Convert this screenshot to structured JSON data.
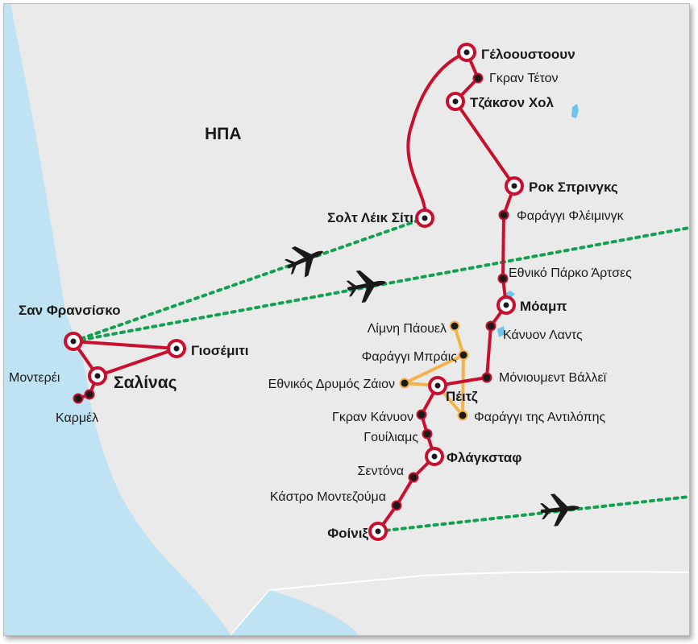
{
  "map": {
    "country_label": "ΗΠΑ",
    "colors": {
      "ocean": "#bfe3f3",
      "land": "#eaeaea",
      "border": "#ffffff",
      "main_route": "#c8102e",
      "side_route": "#f2b34a",
      "flight_route": "#12a150",
      "stop_dot": "#1a1a1a",
      "lake": "#6ec3ea",
      "plane": "#1a1a1a"
    },
    "icons": {
      "flight": "airplane-icon",
      "stop": "location-marker-icon"
    },
    "places": [
      {
        "id": "yellowstone",
        "label": "Γέλοουστοουν",
        "major": true
      },
      {
        "id": "grand-teton",
        "label": "Γκραν Τέτον",
        "major": false
      },
      {
        "id": "jackson-hole",
        "label": "Τζάκσον Χολ",
        "major": true
      },
      {
        "id": "rock-springs",
        "label": "Ροκ Σπρινγκς",
        "major": true
      },
      {
        "id": "flaming-gorge",
        "label": "Φαράγγι Φλέιμινγκ",
        "major": false
      },
      {
        "id": "arches",
        "label": "Εθνικό Πάρκο Άρτσες",
        "major": false
      },
      {
        "id": "moab",
        "label": "Μόαμπ",
        "major": true
      },
      {
        "id": "canyonlands",
        "label": "Κάνυον Λαντς",
        "major": false
      },
      {
        "id": "monument-valley",
        "label": "Μόνιουμεντ Βάλλεϊ",
        "major": false
      },
      {
        "id": "page",
        "label": "Πέιτζ",
        "major": true
      },
      {
        "id": "lake-powell",
        "label": "Λίμνη Πάουελ",
        "major": false
      },
      {
        "id": "bryce",
        "label": "Φαράγγι Μπράις",
        "major": false
      },
      {
        "id": "zion",
        "label": "Εθνικός Δρυμός Ζάιον",
        "major": false
      },
      {
        "id": "antelope",
        "label": "Φαράγγι της Αντιλόπης",
        "major": false
      },
      {
        "id": "grand-canyon",
        "label": "Γκραν Κάνυον",
        "major": false
      },
      {
        "id": "williams",
        "label": "Γουίλιαμς",
        "major": false
      },
      {
        "id": "flagstaff",
        "label": "Φλάγκσταφ",
        "major": true
      },
      {
        "id": "sedona",
        "label": "Σεντόνα",
        "major": false
      },
      {
        "id": "montezuma",
        "label": "Κάστρο Μοντεζούμα",
        "major": false
      },
      {
        "id": "phoenix",
        "label": "Φοίνιξ",
        "major": true
      },
      {
        "id": "salt-lake-city",
        "label": "Σολτ Λέικ Σίτι",
        "major": true
      },
      {
        "id": "san-francisco",
        "label": "Σαν Φρανσίσκο",
        "major": true
      },
      {
        "id": "yosemite",
        "label": "Γιοσέμιτι",
        "major": true
      },
      {
        "id": "monterey",
        "label": "Μοντερέι",
        "major": false
      },
      {
        "id": "salinas",
        "label": "Σαλίνας",
        "major": true
      },
      {
        "id": "carmel",
        "label": "Καρμέλ",
        "major": false
      }
    ],
    "main_route": [
      "salt-lake-city",
      "yellowstone",
      "grand-teton",
      "jackson-hole",
      "rock-springs",
      "flaming-gorge",
      "arches",
      "moab",
      "canyonlands",
      "monument-valley",
      "page",
      "grand-canyon",
      "williams",
      "flagstaff",
      "sedona",
      "montezuma",
      "phoenix"
    ],
    "california_route": [
      "san-francisco",
      "yosemite",
      "salinas",
      "san-francisco"
    ],
    "california_spur": [
      "salinas",
      "monterey",
      "carmel"
    ],
    "side_route": [
      "page",
      "zion",
      "bryce",
      "lake-powell",
      "bryce",
      "antelope",
      "page"
    ],
    "flights": [
      {
        "from": "san-francisco",
        "to": "salt-lake-city"
      },
      {
        "from": "san-francisco",
        "to": "map-east-edge"
      },
      {
        "from": "phoenix",
        "to": "map-east-edge"
      }
    ]
  }
}
